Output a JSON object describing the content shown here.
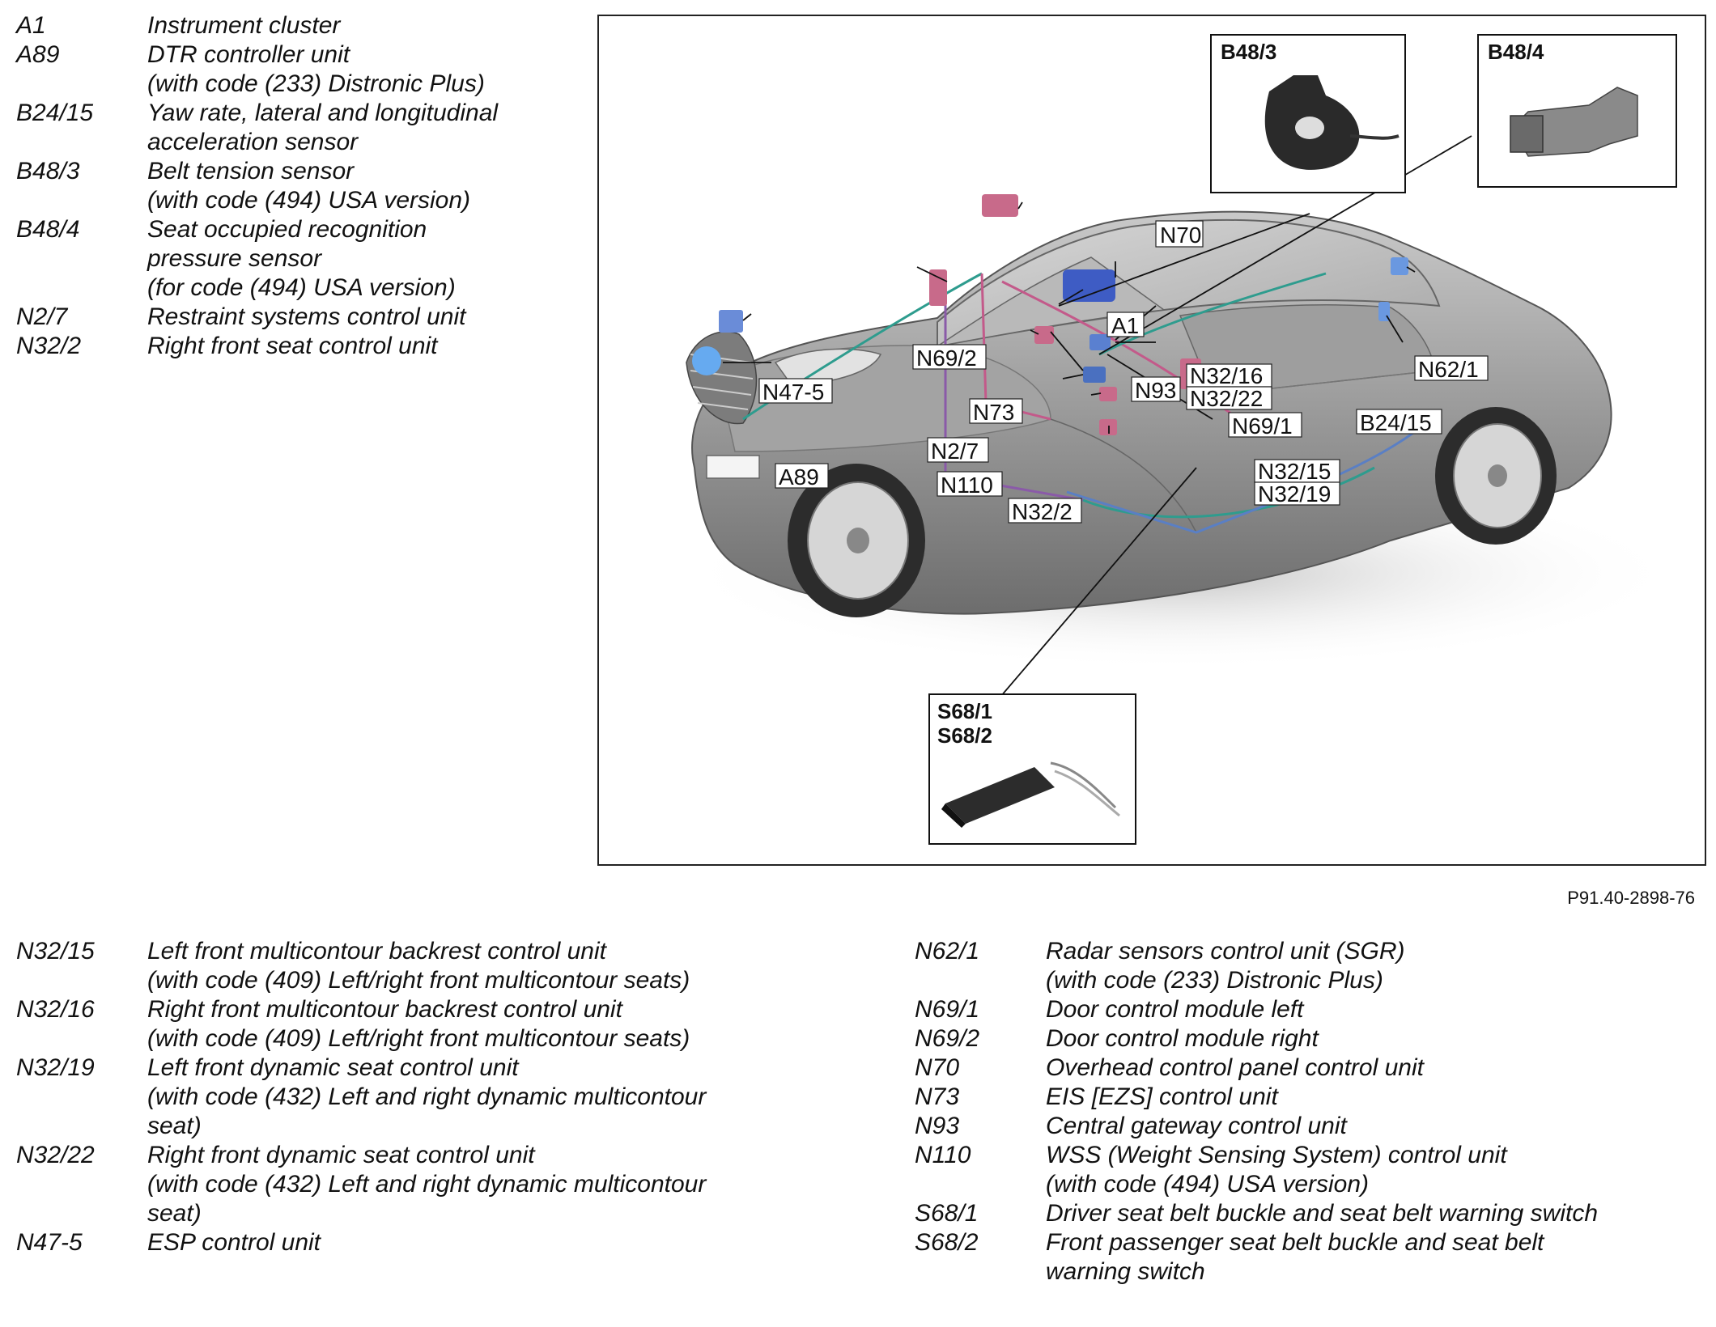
{
  "legend_top": [
    {
      "code": "A1",
      "lines": [
        "Instrument cluster"
      ]
    },
    {
      "code": "A89",
      "lines": [
        "DTR controller unit",
        "(with code (233) Distronic Plus)"
      ]
    },
    {
      "code": "B24/15",
      "lines": [
        "Yaw rate, lateral and longitudinal",
        "acceleration sensor"
      ]
    },
    {
      "code": "B48/3",
      "lines": [
        "Belt tension sensor",
        "(with code (494) USA version)"
      ]
    },
    {
      "code": "B48/4",
      "lines": [
        "Seat occupied recognition",
        "pressure sensor",
        "(for code (494) USA version)"
      ]
    },
    {
      "code": "N2/7",
      "lines": [
        "Restraint systems control unit"
      ]
    },
    {
      "code": "N32/2",
      "lines": [
        "Right front seat control unit"
      ]
    }
  ],
  "legend_bottom_left": [
    {
      "code": "N32/15",
      "lines": [
        "Left front multicontour backrest control unit",
        "(with code (409) Left/right front multicontour seats)"
      ]
    },
    {
      "code": "N32/16",
      "lines": [
        "Right front multicontour backrest control unit",
        "(with code (409) Left/right front multicontour seats)"
      ]
    },
    {
      "code": "N32/19",
      "lines": [
        "Left front dynamic seat control unit",
        "(with code (432) Left and right dynamic multicontour",
        "seat)"
      ]
    },
    {
      "code": "N32/22",
      "lines": [
        "Right front dynamic seat control unit",
        "(with code (432) Left and right dynamic multicontour",
        "seat)"
      ]
    },
    {
      "code": "N47-5",
      "lines": [
        "ESP control unit"
      ]
    }
  ],
  "legend_bottom_right": [
    {
      "code": "N62/1",
      "lines": [
        "Radar sensors control unit (SGR)",
        "(with code (233) Distronic Plus)"
      ]
    },
    {
      "code": "N69/1",
      "lines": [
        "Door control module left"
      ]
    },
    {
      "code": "N69/2",
      "lines": [
        "Door control module right"
      ]
    },
    {
      "code": "N70",
      "lines": [
        "Overhead control panel control unit"
      ]
    },
    {
      "code": "N73",
      "lines": [
        "EIS [EZS] control unit"
      ]
    },
    {
      "code": "N93",
      "lines": [
        "Central gateway control unit"
      ]
    },
    {
      "code": "N110",
      "lines": [
        "WSS (Weight Sensing System) control unit",
        "(with code (494) USA version)"
      ]
    },
    {
      "code": "S68/1",
      "lines": [
        "Driver seat belt buckle and seat belt warning switch"
      ]
    },
    {
      "code": "S68/2",
      "lines": [
        "Front passenger seat belt buckle and seat belt",
        "warning switch"
      ]
    }
  ],
  "figure": {
    "id": "P91.40-2898-76",
    "insets": {
      "b48_3": "B48/3",
      "b48_4": "B48/4",
      "s68_1": "S68/1",
      "s68_2": "S68/2"
    },
    "labels": {
      "n70": "N70",
      "a1": "A1",
      "n69_2": "N69/2",
      "n93": "N93",
      "n32_16": "N32/16",
      "n32_22": "N32/22",
      "n62_1": "N62/1",
      "n47_5": "N47-5",
      "n73": "N73",
      "n69_1": "N69/1",
      "b24_15": "B24/15",
      "n2_7": "N2/7",
      "n32_15": "N32/15",
      "n32_19": "N32/19",
      "a89": "A89",
      "n110": "N110",
      "n32_2": "N32/2"
    }
  }
}
